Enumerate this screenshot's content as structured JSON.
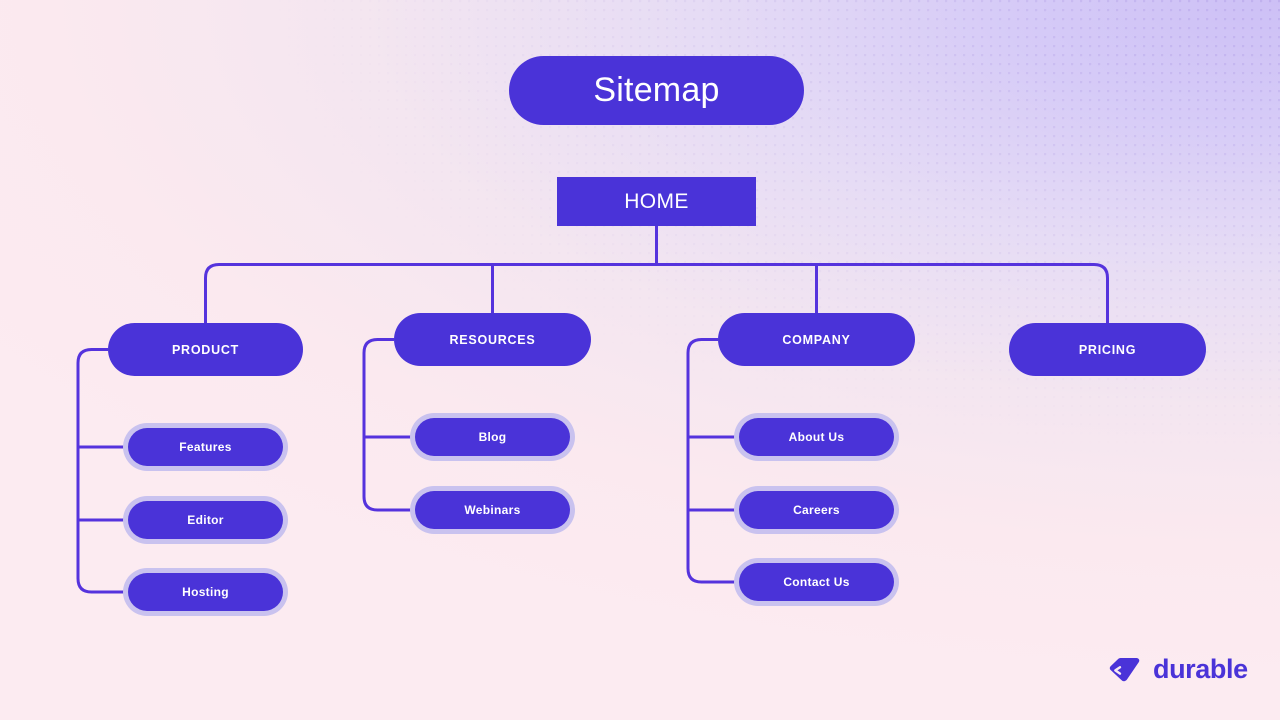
{
  "diagram": {
    "title": "Sitemap",
    "type": "sitemap-tree",
    "root": {
      "label": "HOME"
    },
    "sections": [
      {
        "label": "PRODUCT",
        "children": [
          {
            "label": "Features"
          },
          {
            "label": "Editor"
          },
          {
            "label": "Hosting"
          }
        ]
      },
      {
        "label": "RESOURCES",
        "children": [
          {
            "label": "Blog"
          },
          {
            "label": "Webinars"
          }
        ]
      },
      {
        "label": "COMPANY",
        "children": [
          {
            "label": "About Us"
          },
          {
            "label": "Careers"
          },
          {
            "label": "Contact Us"
          }
        ]
      },
      {
        "label": "PRICING",
        "children": []
      }
    ]
  },
  "nodes": {
    "title": "Sitemap",
    "home": "HOME",
    "product": "PRODUCT",
    "resources": "RESOURCES",
    "company": "COMPANY",
    "pricing": "PRICING",
    "features": "Features",
    "editor": "Editor",
    "hosting": "Hosting",
    "blog": "Blog",
    "webinars": "Webinars",
    "about_us": "About Us",
    "careers": "Careers",
    "contact_us": "Contact Us"
  },
  "brand": {
    "wordmark": "durable",
    "logo_icon": "durable-gem-icon"
  },
  "colors": {
    "node_fill": "#4a33d8",
    "node_text": "#ffffff",
    "connector": "#5533dd",
    "child_ring": "#c9c2ef",
    "background_pink": "#fae8ef",
    "background_lavender": "#cdc0f6",
    "brand_indigo": "#4a33d8"
  }
}
